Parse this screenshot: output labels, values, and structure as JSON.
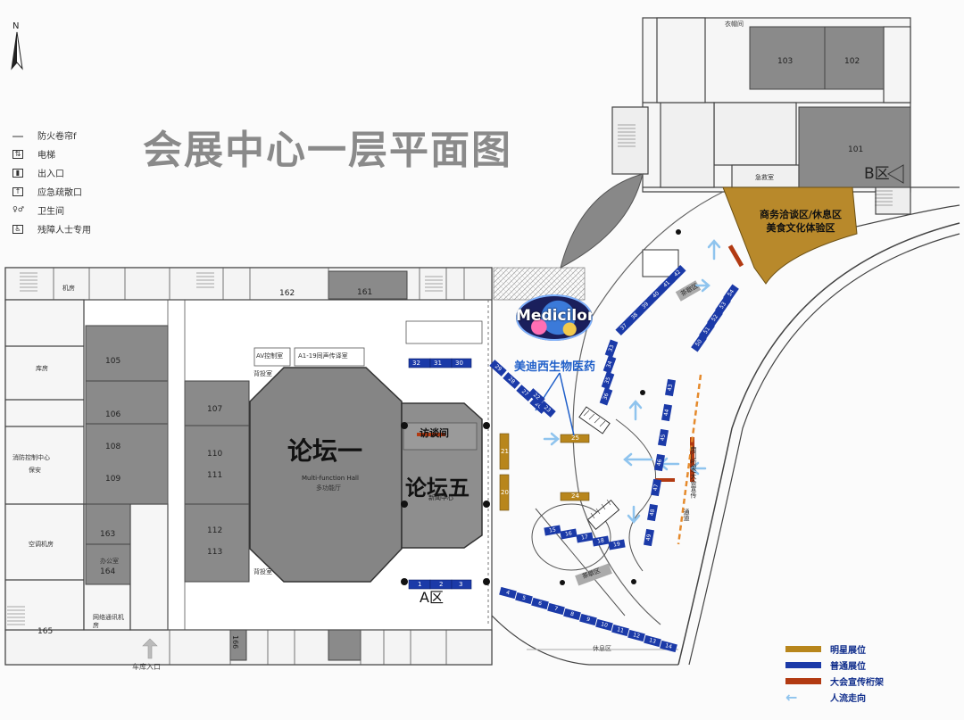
{
  "map": {
    "title": "会展中心一层平面图",
    "north_label": "N",
    "legend_left": [
      {
        "icon": "fire-shutter-icon",
        "label": "防火卷帘f"
      },
      {
        "icon": "elevator-icon",
        "label": "电梯"
      },
      {
        "icon": "entrance-icon",
        "label": "出入口"
      },
      {
        "icon": "emergency-exit-icon",
        "label": "应急疏散口"
      },
      {
        "icon": "restroom-icon",
        "label": "卫生间"
      },
      {
        "icon": "accessible-icon",
        "label": "残障人士专用"
      }
    ],
    "legend_right": [
      {
        "color": "#b8861c",
        "label": "明星展位"
      },
      {
        "color": "#1b3aa8",
        "label": "普通展位"
      },
      {
        "color": "#b23a12",
        "label": "大会宣传桁架"
      },
      {
        "color": "#8fc4ee",
        "label": "人流走向",
        "arrow": true
      }
    ],
    "halls": {
      "forum1": "论坛一",
      "forum1_en": "Multi-function Hall",
      "forum1_sub": "多功能厅",
      "forum5": "论坛五",
      "forum5_sub": "新闻中心",
      "interview": "访谈间"
    },
    "zones": {
      "business": "商务洽谈区/休息区",
      "food": "美食文化体验区",
      "zone_a": "A区",
      "zone_b": "B区",
      "rest": "休息区",
      "tea1": "茶歇区",
      "tea2": "茶歇区",
      "garage_entrance": "车库入口"
    },
    "exhibitor": {
      "logo_text": "Medicilon",
      "name": "美迪西生物医药"
    },
    "rooms_small": {
      "r162": "162",
      "r161": "161",
      "r103": "103",
      "r102": "102",
      "r101": "101",
      "r105": "105",
      "r106": "106",
      "r107": "107",
      "r108": "108",
      "r109": "109",
      "r110": "110",
      "r111": "111",
      "r112": "112",
      "r113": "113",
      "r163": "163",
      "r164": "164",
      "r165": "165",
      "r166": "166"
    },
    "room_labels": {
      "machine": "机房",
      "av": "AV控制室",
      "a119": "A1-19同声传译室",
      "back1": "背投室",
      "back2": "背投室",
      "warehouse": "库房",
      "fire": "消防控制中心",
      "security": "保安",
      "ac": "空调机房",
      "office": "办公室",
      "network": "网络通讯机房",
      "coat": "衣帽间",
      "storage_b": "急救室"
    },
    "booths": {
      "top_row": [
        "32",
        "31",
        "30"
      ],
      "a_row": [
        "1",
        "2",
        "3"
      ],
      "star": [
        "21",
        "20",
        "24",
        "25"
      ],
      "left_diag": [
        "29",
        "28",
        "27",
        "26"
      ],
      "curve_outer": [
        "36",
        "35",
        "34",
        "33"
      ],
      "curve_top": [
        "37",
        "38",
        "39",
        "40",
        "41",
        "42"
      ],
      "curve_right": [
        "50",
        "51",
        "52",
        "53",
        "54"
      ],
      "curve_right2": [
        "43",
        "44",
        "45",
        "46",
        "47",
        "48",
        "49"
      ],
      "curve_bottom": [
        "4",
        "5",
        "6",
        "7",
        "8",
        "9",
        "10",
        "11",
        "12",
        "13",
        "14"
      ],
      "oval": [
        "15",
        "16",
        "17",
        "18",
        "19"
      ],
      "misc": [
        "22",
        "23"
      ]
    },
    "truss_labels": [
      "南门桁架/大会宣传",
      "通道"
    ]
  }
}
